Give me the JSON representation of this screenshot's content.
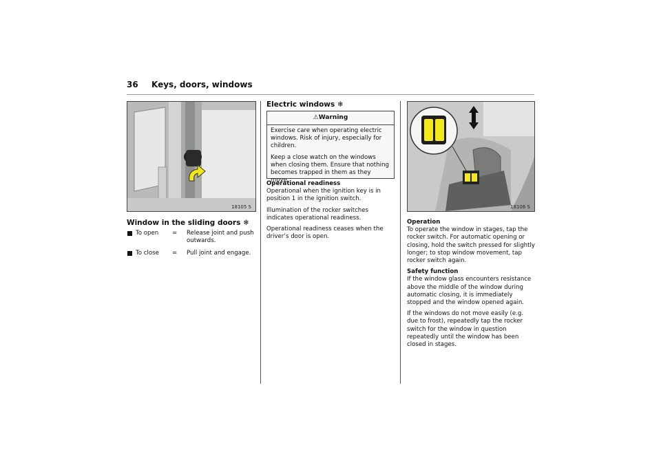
{
  "header": {
    "page_number": "36",
    "chapter_title": "Keys, doors, windows"
  },
  "figures": {
    "left": {
      "label": "18105 S"
    },
    "right": {
      "label": "18106 S"
    }
  },
  "sliding": {
    "title": "Window in the sliding doors",
    "title_symbol": "❄",
    "rows": [
      {
        "term": "To open",
        "sep": "=",
        "desc": "Release joint and push outwards."
      },
      {
        "term": "To close",
        "sep": "=",
        "desc": "Pull joint and engage."
      }
    ]
  },
  "electric": {
    "title": "Electric windows",
    "title_symbol": "❄",
    "warning": {
      "icon": "⚠",
      "title": "Warning",
      "paragraphs": [
        "Exercise care when operating electric windows. Risk of injury, especially for children.",
        "Keep a close watch on the windows when closing them. Ensure that nothing becomes trapped in them as they move."
      ]
    },
    "readiness": {
      "heading": "Operational readiness",
      "paragraphs": [
        "Operational when the ignition key is in position 1 in the ignition switch.",
        "Illumination of the rocker switches indicates operational readiness.",
        "Operational readiness ceases when the driver’s door is open."
      ]
    }
  },
  "operation": {
    "heading": "Operation",
    "text": "To operate the window in stages, tap the rocker switch. For automatic opening or closing, hold the switch pressed for slightly longer; to stop window movement, tap rocker switch again.",
    "safety_heading": "Safety function",
    "safety_text": "If the window glass encounters resistance above the middle of the window during automatic closing, it is immediately stopped and the window opened again.",
    "frost_text": "If the windows do not move easily (e.g. due to frost), repeatedly tap the rocker switch for the window in question repeatedly until the window has been closed in stages."
  },
  "colors": {
    "accent_yellow": "#f2e81a",
    "rule_gray": "#9a9a9a"
  }
}
